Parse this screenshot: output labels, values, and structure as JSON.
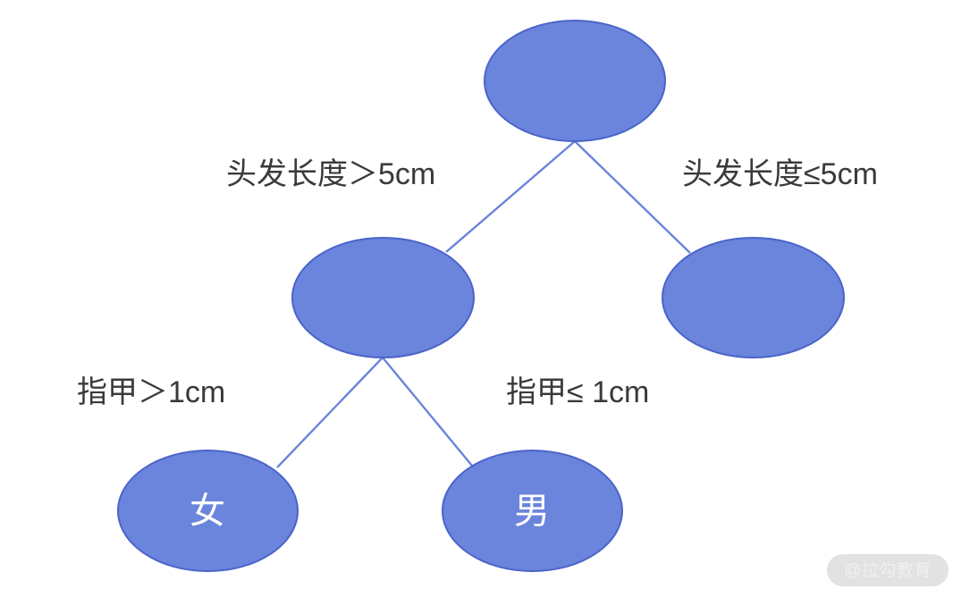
{
  "diagram": {
    "type": "decision-tree",
    "title": "",
    "background_color": "#ffffff",
    "node_fill_color": "#6b84dc",
    "node_border_color": "#4a64c9",
    "edge_color": "#6b84dc",
    "label_color": "#3a3a3a",
    "node_text_color": "#ffffff",
    "nodes": [
      {
        "id": "root",
        "label": ""
      },
      {
        "id": "mid",
        "label": ""
      },
      {
        "id": "right",
        "label": ""
      },
      {
        "id": "leaf-left",
        "label": "女"
      },
      {
        "id": "leaf-right",
        "label": "男"
      }
    ],
    "edges": [
      {
        "from": "root",
        "to": "mid",
        "label": "头发长度＞5cm"
      },
      {
        "from": "root",
        "to": "right",
        "label": "头发长度≤5cm"
      },
      {
        "from": "mid",
        "to": "leaf-left",
        "label": "指甲＞1cm"
      },
      {
        "from": "mid",
        "to": "leaf-right",
        "label": "指甲≤ 1cm"
      }
    ]
  },
  "watermark": {
    "text": "@拉勾教育"
  }
}
